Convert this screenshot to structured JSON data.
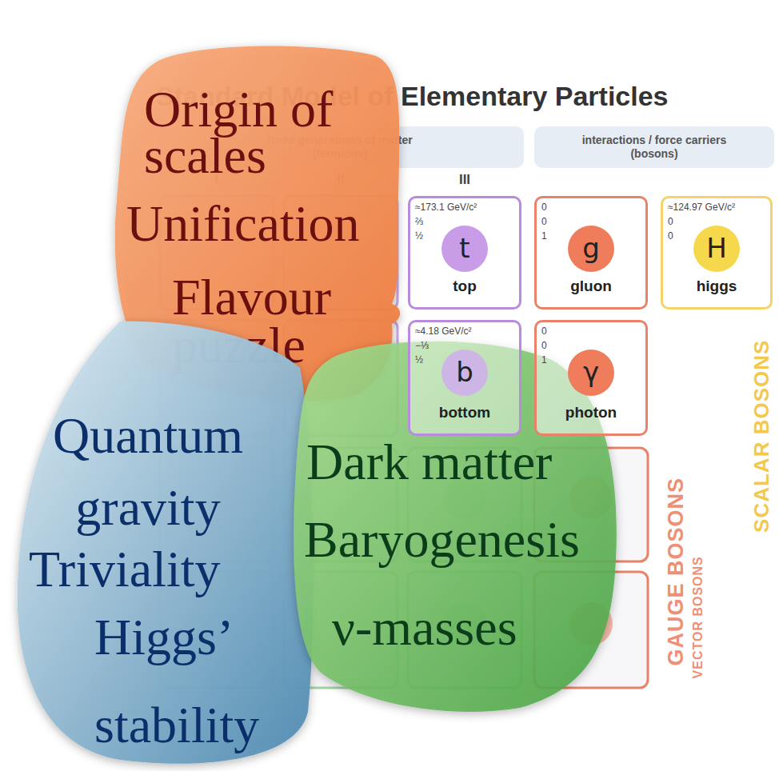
{
  "diagram": {
    "title": "Standard Model of Elementary Particles",
    "nodes": [
      {
        "text": [
          "Origin of scales",
          "Unification",
          "Flavour puzzle"
        ]
      },
      {
        "text": [
          "≈173.1 GeV/c²",
          "⅔",
          "½",
          "t",
          "top"
        ]
      },
      {
        "text": [
          "0",
          "0",
          "1",
          "g",
          "gluon"
        ]
      },
      {
        "text": [
          "≈124.97 GeV/c²",
          "0",
          "0",
          "H",
          "higgs"
        ]
      },
      {
        "text": [
          "≈4.18 GeV/c²",
          "−⅓",
          "½",
          "b",
          "bottom"
        ]
      },
      {
        "text": [
          "0",
          "0",
          "1",
          "γ",
          "photon"
        ]
      },
      {
        "text": [
          "Quantum gravity",
          "Triviality",
          "Higgs’ stability"
        ]
      },
      {
        "text": [
          "Dark matter",
          "Baryogenesis",
          "ν-masses"
        ]
      }
    ],
    "labels": [
      "three generations of matter (fermions)",
      "interactions / force carriers (bosons)",
      "I",
      "II",
      "III",
      "GAUGE BOSONS",
      "VECTOR BOSONS",
      "SCALAR BOSONS"
    ]
  }
}
